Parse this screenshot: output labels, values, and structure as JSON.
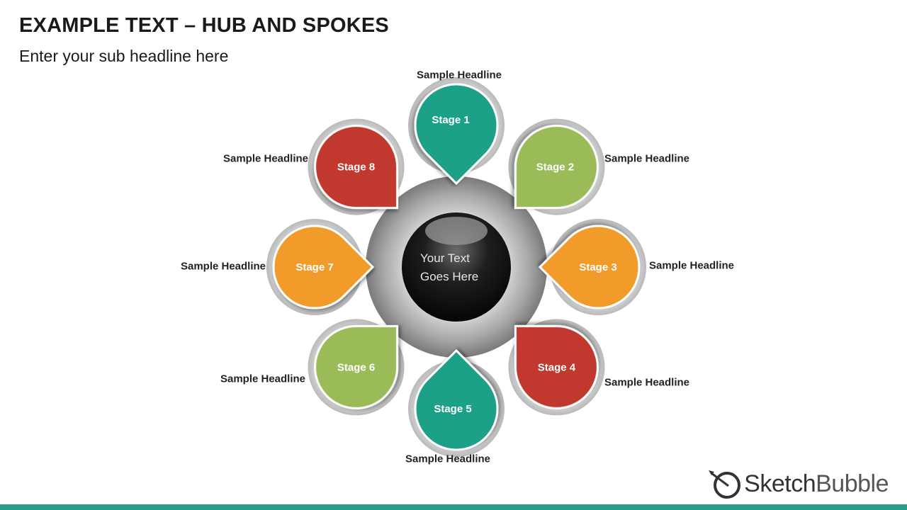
{
  "title": "EXAMPLE TEXT – HUB AND SPOKES",
  "subtitle": "Enter your sub headline here",
  "hub": {
    "line1": "Your Text",
    "line2": "Goes Here"
  },
  "stages": [
    {
      "label": "Stage 1",
      "headline": "Sample Headline",
      "color": "#1fa087"
    },
    {
      "label": "Stage 2",
      "headline": "Sample Headline",
      "color": "#9bbb59"
    },
    {
      "label": "Stage 3",
      "headline": "Sample Headline",
      "color": "#f19c2a"
    },
    {
      "label": "Stage 4",
      "headline": "Sample Headline",
      "color": "#c0392f"
    },
    {
      "label": "Stage 5",
      "headline": "Sample Headline",
      "color": "#1fa087"
    },
    {
      "label": "Stage 6",
      "headline": "Sample Headline",
      "color": "#9bbb59"
    },
    {
      "label": "Stage 7",
      "headline": "Sample Headline",
      "color": "#f19c2a"
    },
    {
      "label": "Stage 8",
      "headline": "Sample Headline",
      "color": "#c0392f"
    }
  ],
  "logo": {
    "part1": "Sketch",
    "part2": "Bubble"
  },
  "colors": {
    "accent_bar": "#2a9d8a",
    "hub_ring": "#9a9a9a",
    "hub_core": "#111111"
  }
}
